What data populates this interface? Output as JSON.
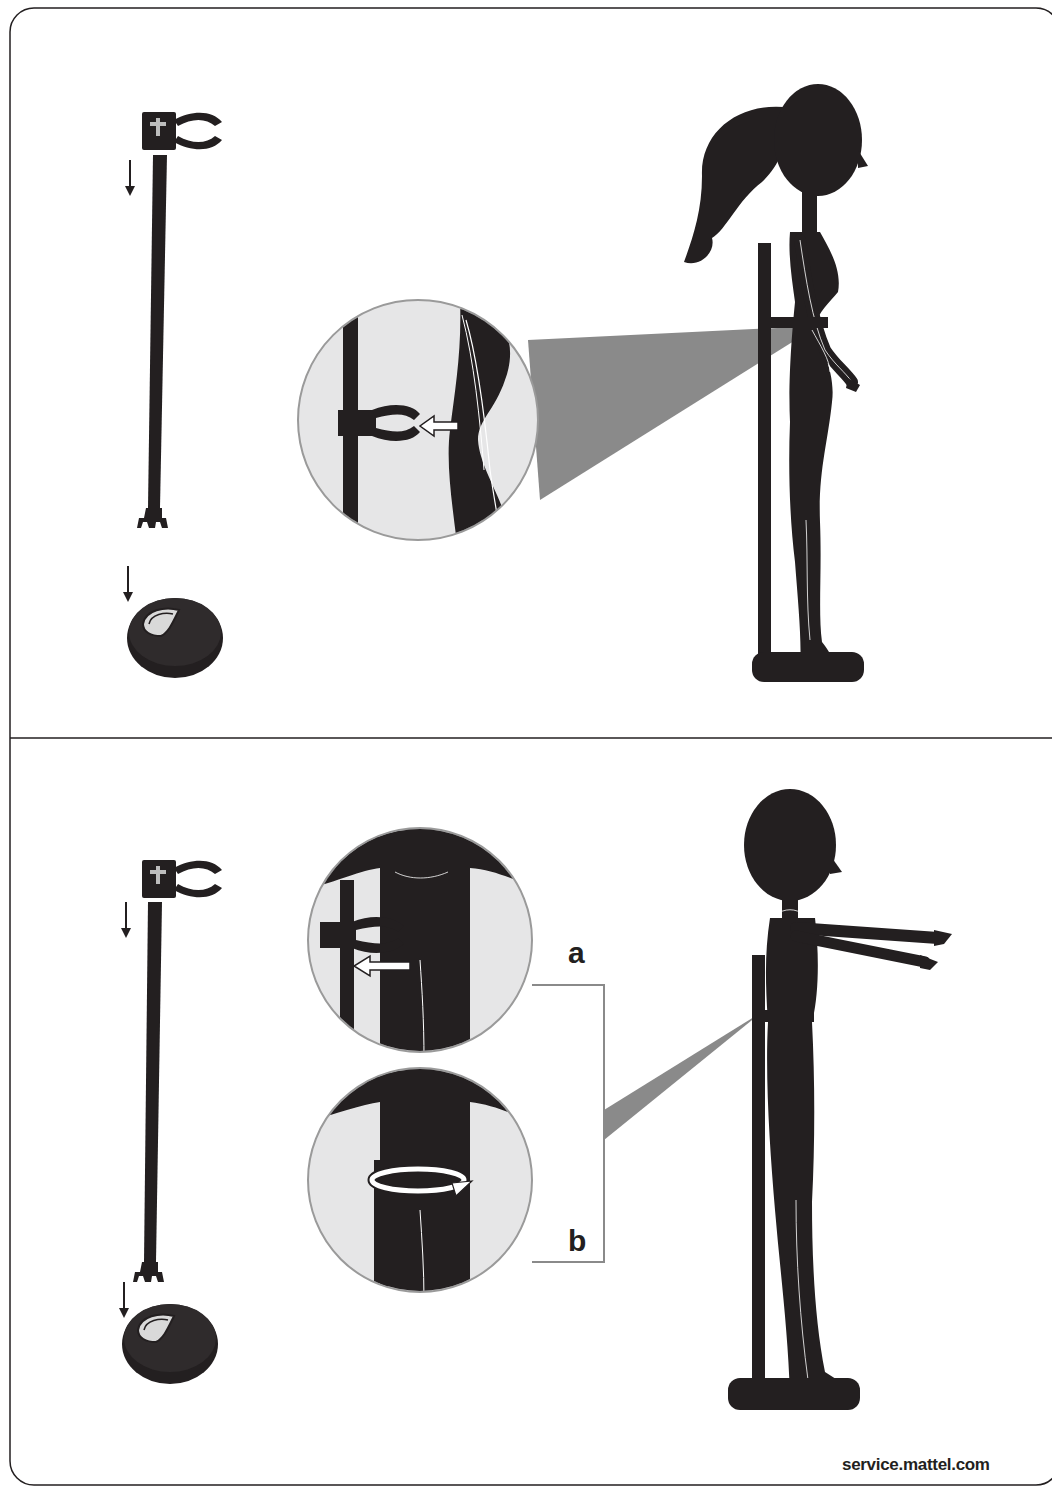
{
  "diagram": {
    "labels": [
      "a",
      "b",
      "service.mattel.com"
    ]
  }
}
